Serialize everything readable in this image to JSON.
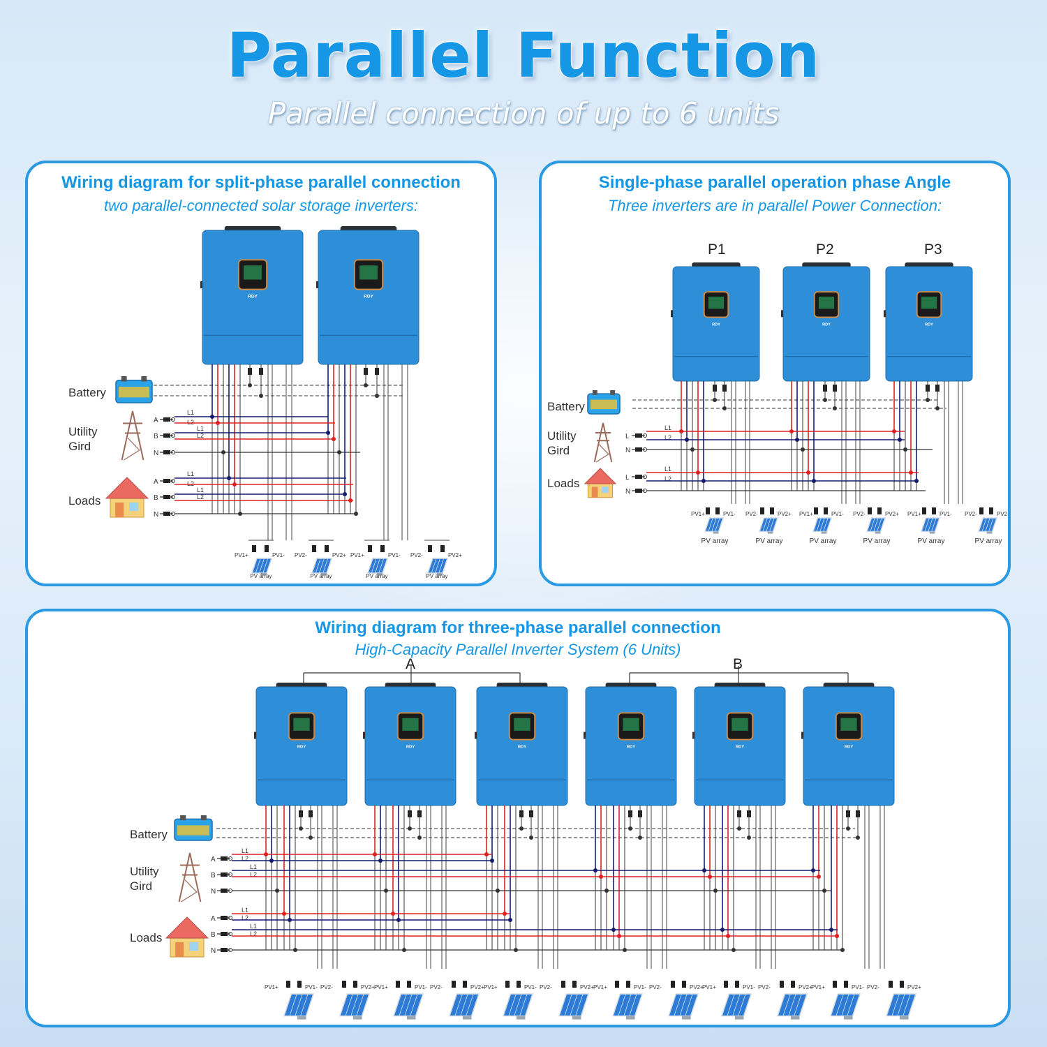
{
  "header": {
    "title": "Parallel Function",
    "subtitle": "Parallel connection of up to 6 units"
  },
  "split_phase": {
    "title": "Wiring diagram for split-phase parallel connection",
    "subtitle": "two parallel-connected solar storage inverters:",
    "battery": "Battery",
    "utility": "Utility\nGird",
    "loads": "Loads",
    "pv_array": "PV array"
  },
  "single_phase": {
    "title": "Single-phase parallel operation phase Angle",
    "subtitle": "Three inverters are in parallel Power Connection:",
    "units": [
      "P1",
      "P2",
      "P3"
    ],
    "battery": "Battery",
    "utility": "Utility\nGird",
    "loads": "Loads",
    "pv_array": "PV array"
  },
  "three_phase": {
    "title": "Wiring diagram for three-phase parallel connection",
    "subtitle": "High-Capacity Parallel Inverter System (6 Units)",
    "groups": [
      "A",
      "B"
    ],
    "battery": "Battery",
    "utility": "Utility\nGird",
    "loads": "Loads"
  },
  "terminals": {
    "A": "A",
    "B": "B",
    "N": "N",
    "L": "L",
    "L1": "L1",
    "L2": "L2",
    "pv1p": "PV1+",
    "pv1m": "PV1-",
    "pv2m": "PV2-",
    "pv2p": "PV2+"
  },
  "brand": "RDY",
  "colors": {
    "accent": "#1597e5",
    "inverter": "#2e8fd8",
    "red_wire": "#e02020",
    "navy_wire": "#141c6e"
  }
}
